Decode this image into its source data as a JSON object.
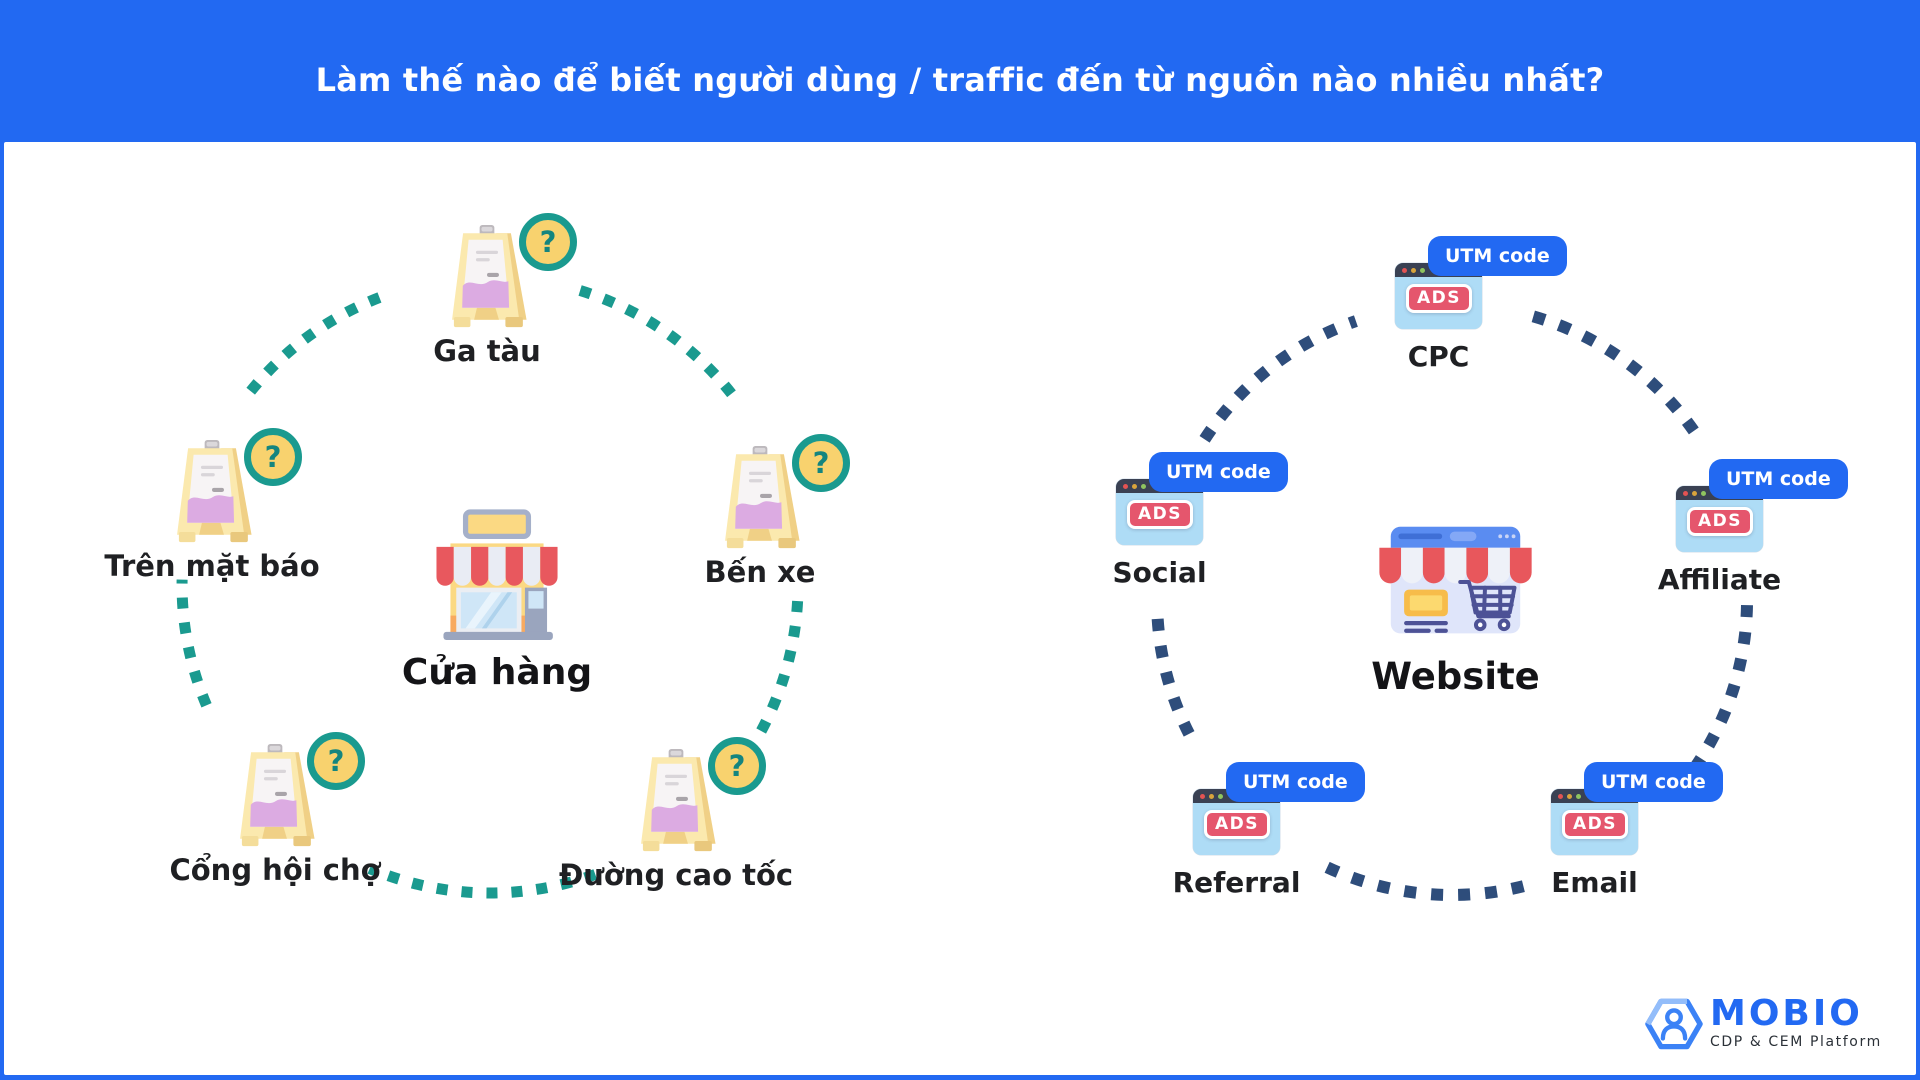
{
  "header": {
    "title": "Làm thế nào để biết người dùng / traffic đến từ nguồn nào nhiều nhất?"
  },
  "left_diagram": {
    "center_label": "Cửa hàng",
    "question_mark": "?",
    "nodes": [
      {
        "label": "Ga tàu"
      },
      {
        "label": "Trên mặt báo"
      },
      {
        "label": "Bến xe"
      },
      {
        "label": "Cổng hội chợ"
      },
      {
        "label": "Đường cao tốc"
      }
    ]
  },
  "right_diagram": {
    "center_label": "Website",
    "utm_badge_label": "UTM code",
    "ads_badge_label": "ADS",
    "nodes": [
      {
        "label": "CPC"
      },
      {
        "label": "Social"
      },
      {
        "label": "Affiliate"
      },
      {
        "label": "Referral"
      },
      {
        "label": "Email"
      }
    ]
  },
  "branding": {
    "name": "MOBIO",
    "tagline": "CDP & CEM Platform"
  },
  "colors": {
    "primary_blue": "#2269f2",
    "teal_dots": "#1a9a8f",
    "navy_dots": "#2e4d7b",
    "badge_yellow": "#f8d26e",
    "ads_pink": "#e5566d"
  }
}
